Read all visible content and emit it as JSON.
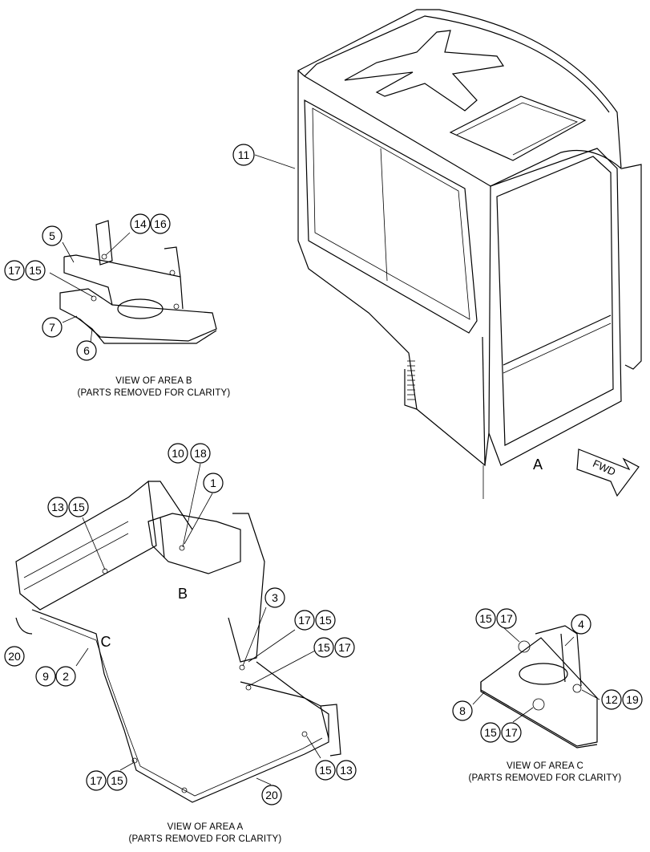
{
  "views": {
    "main": {
      "label": "A"
    },
    "fwd_arrow": {
      "label": "FWD"
    },
    "area_b": {
      "caption_line1": "VIEW OF AREA B",
      "caption_line2": "(PARTS REMOVED FOR CLARITY)"
    },
    "area_a": {
      "marker_b": "B",
      "marker_c": "C",
      "caption_line1": "VIEW OF AREA A",
      "caption_line2": "(PARTS REMOVED FOR CLARITY)"
    },
    "area_c": {
      "caption_line1": "VIEW OF AREA C",
      "caption_line2": "(PARTS REMOVED FOR CLARITY)"
    }
  },
  "callouts": {
    "c11": "11",
    "b5": "5",
    "b14": "14",
    "b16": "16",
    "b17": "17",
    "b15": "15",
    "b7": "7",
    "b6": "6",
    "a10": "10",
    "a18": "18",
    "a1": "1",
    "a13": "13",
    "a15": "15",
    "a3": "3",
    "a17a": "17",
    "a15a": "15",
    "a15b": "15",
    "a17b": "17",
    "a20a": "20",
    "a9": "9",
    "a2": "2",
    "a17c": "17",
    "a15c": "15",
    "a20b": "20",
    "a15d": "15",
    "a13b": "13",
    "c15a": "15",
    "c17a": "17",
    "c4": "4",
    "c8": "8",
    "c12": "12",
    "c19": "19",
    "c15b": "15",
    "c17b": "17"
  }
}
